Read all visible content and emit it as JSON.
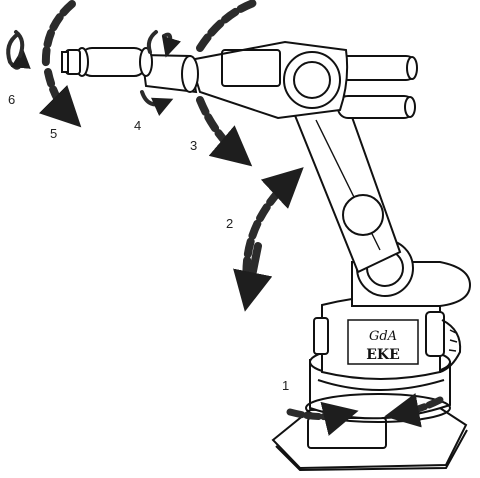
{
  "diagram": {
    "axis_labels": [
      "1",
      "2",
      "3",
      "4",
      "5",
      "6"
    ],
    "logo": {
      "line1": "GdA",
      "line2": "EKE"
    }
  },
  "colors": {
    "ink": "#111111",
    "arrow": "#2b2b2b",
    "paper": "#ffffff",
    "body": "#ffffff"
  },
  "icons": [
    "rotation-arrow-icon",
    "curved-arrow-icon"
  ]
}
